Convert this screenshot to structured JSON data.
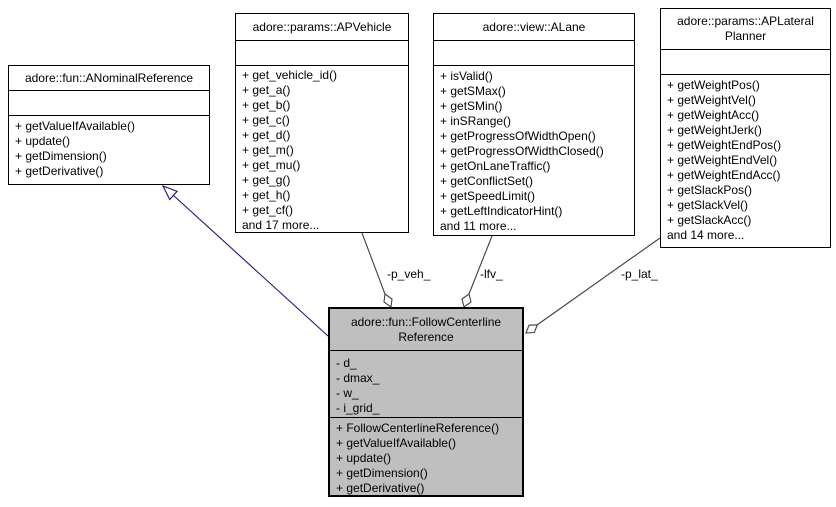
{
  "diagram": {
    "kind": "uml-collaboration-diagram",
    "classes": [
      {
        "id": "anominal",
        "title_lines": [
          "adore::fun::ANominalReference"
        ],
        "attributes": [],
        "methods": [
          "+ getValueIfAvailable()",
          "+ update()",
          "+ getDimension()",
          "+ getDerivative()"
        ]
      },
      {
        "id": "apvehicle",
        "title_lines": [
          "adore::params::APVehicle"
        ],
        "attributes": [],
        "methods": [
          "+ get_vehicle_id()",
          "+ get_a()",
          "+ get_b()",
          "+ get_c()",
          "+ get_d()",
          "+ get_m()",
          "+ get_mu()",
          "+ get_g()",
          "+ get_h()",
          "+ get_cf()",
          "and 17 more..."
        ]
      },
      {
        "id": "alane",
        "title_lines": [
          "adore::view::ALane"
        ],
        "attributes": [],
        "methods": [
          "+ isValid()",
          "+ getSMax()",
          "+ getSMin()",
          "+ inSRange()",
          "+ getProgressOfWidthOpen()",
          "+ getProgressOfWidthClosed()",
          "+ getOnLaneTraffic()",
          "+ getConflictSet()",
          "+ getSpeedLimit()",
          "+ getLeftIndicatorHint()",
          "and 11 more..."
        ]
      },
      {
        "id": "aplateral",
        "title_lines": [
          "adore::params::APLateral",
          "Planner"
        ],
        "attributes": [],
        "methods": [
          "+ getWeightPos()",
          "+ getWeightVel()",
          "+ getWeightAcc()",
          "+ getWeightJerk()",
          "+ getWeightEndPos()",
          "+ getWeightEndVel()",
          "+ getWeightEndAcc()",
          "+ getSlackPos()",
          "+ getSlackVel()",
          "+ getSlackAcc()",
          "and 14 more..."
        ]
      },
      {
        "id": "fcr",
        "title_lines": [
          "adore::fun::FollowCenterline",
          "Reference"
        ],
        "attributes": [
          "- d_",
          "- dmax_",
          "- w_",
          "- i_grid_"
        ],
        "methods": [
          "+ FollowCenterlineReference()",
          "+ getValueIfAvailable()",
          "+ update()",
          "+ getDimension()",
          "+ getDerivative()"
        ],
        "highlighted": true
      }
    ],
    "edges": [
      {
        "type": "inheritance",
        "from": "adore::fun::FollowCenterlineReference",
        "to": "adore::fun::ANominalReference"
      },
      {
        "type": "aggregation",
        "label": "-p_veh_",
        "from": "adore::params::APVehicle",
        "to": "adore::fun::FollowCenterlineReference"
      },
      {
        "type": "aggregation",
        "label": "-lfv_",
        "from": "adore::view::ALane",
        "to": "adore::fun::FollowCenterlineReference"
      },
      {
        "type": "aggregation",
        "label": "-p_lat_",
        "from": "adore::params::APLateralPlanner",
        "to": "adore::fun::FollowCenterlineReference"
      }
    ],
    "colors": {
      "background": "#ffffff",
      "node_fill": "#ffffff",
      "node_border": "#000000",
      "highlight_fill": "#bfbfbf",
      "inheritance_edge": "#191970",
      "aggregation_edge": "#404040",
      "text": "#000000"
    }
  }
}
